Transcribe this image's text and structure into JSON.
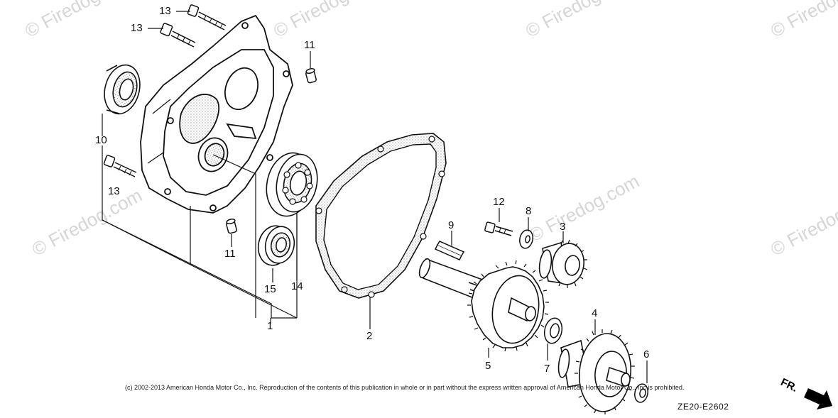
{
  "watermark_text": "© Firedog.com",
  "callouts": {
    "p1": "1",
    "p2": "2",
    "p3": "3",
    "p4": "4",
    "p5": "5",
    "p6": "6",
    "p7": "7",
    "p8": "8",
    "p9": "9",
    "p10": "10",
    "p11a": "11",
    "p11b": "11",
    "p12": "12",
    "p13a": "13",
    "p13b": "13",
    "p13c": "13",
    "p14": "14",
    "p15": "15"
  },
  "copyright": "(c) 2002-2013 American Honda Motor Co., Inc. Reproduction of the contents of this publication in whole or in part without the express written approval of American Honda Motor Co., Inc is prohibited.",
  "diagram_code": "ZE20-E2602",
  "direction_label": "FR.",
  "colors": {
    "ink": "#111111",
    "watermark": "#c9c9c9",
    "stipple": "#8a8a8a"
  }
}
